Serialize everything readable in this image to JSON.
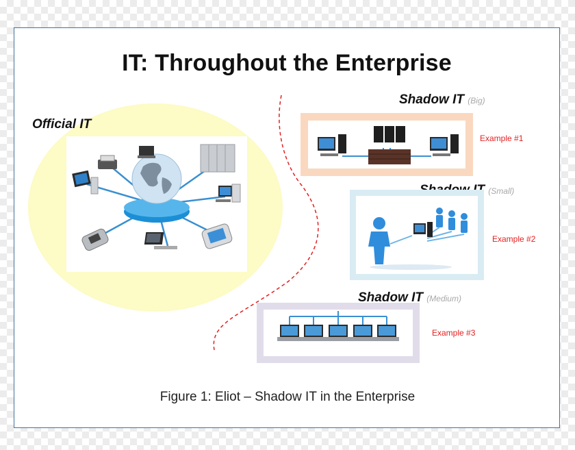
{
  "title": "IT: Throughout the Enterprise",
  "official": {
    "label": "Official IT"
  },
  "shadows": [
    {
      "label": "Shadow IT",
      "size": "(Big)",
      "example": "Example #1"
    },
    {
      "label": "Shadow IT",
      "size": "(Small)",
      "example": "Example #2"
    },
    {
      "label": "Shadow IT",
      "size": "(Medium)",
      "example": "Example #3"
    }
  ],
  "caption": "Figure 1: Eliot – Shadow IT in the Enterprise",
  "colors": {
    "frame": "#41719c",
    "ellipse": "#fdfbc6",
    "divider": "#e02020",
    "big_border": "#fad8bf",
    "small_border": "#d9ecf3",
    "medium_border": "#e1dcea",
    "example_text": "#e52020"
  }
}
